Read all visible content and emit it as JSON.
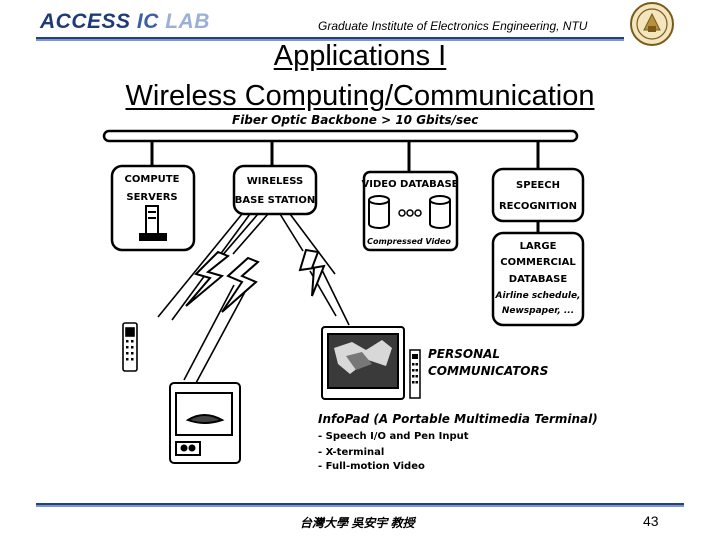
{
  "header": {
    "lab_words": [
      "ACCESS",
      "IC",
      "LAB"
    ],
    "institute": "Graduate Institute of Electronics Engineering, NTU"
  },
  "slide": {
    "title_line1": "Applications I",
    "title_line2": "Wireless Computing/Communication"
  },
  "diagram": {
    "backbone_label": "Fiber Optic Backbone > 10 Gbits/sec",
    "compute_servers": [
      "COMPUTE",
      "SERVERS"
    ],
    "wireless_base_station": [
      "WIRELESS",
      "BASE STATION"
    ],
    "video_database": "VIDEO DATABASE",
    "compressed_video": "Compressed Video",
    "speech_recognition": [
      "SPEECH",
      "RECOGNITION"
    ],
    "large_commercial_database": [
      "LARGE",
      "COMMERCIAL",
      "DATABASE",
      "Airline schedule,",
      "Newspaper, ..."
    ],
    "personal_communicators": [
      "PERSONAL",
      "COMMUNICATORS"
    ],
    "infopad": [
      "InfoPad (A Portable Multimedia Terminal)",
      "- Speech I/O and Pen Input",
      "- X-terminal",
      "- Full-motion Video"
    ]
  },
  "footer": {
    "credit": "台灣大學 吳安宇 教授",
    "page_number": "43"
  }
}
